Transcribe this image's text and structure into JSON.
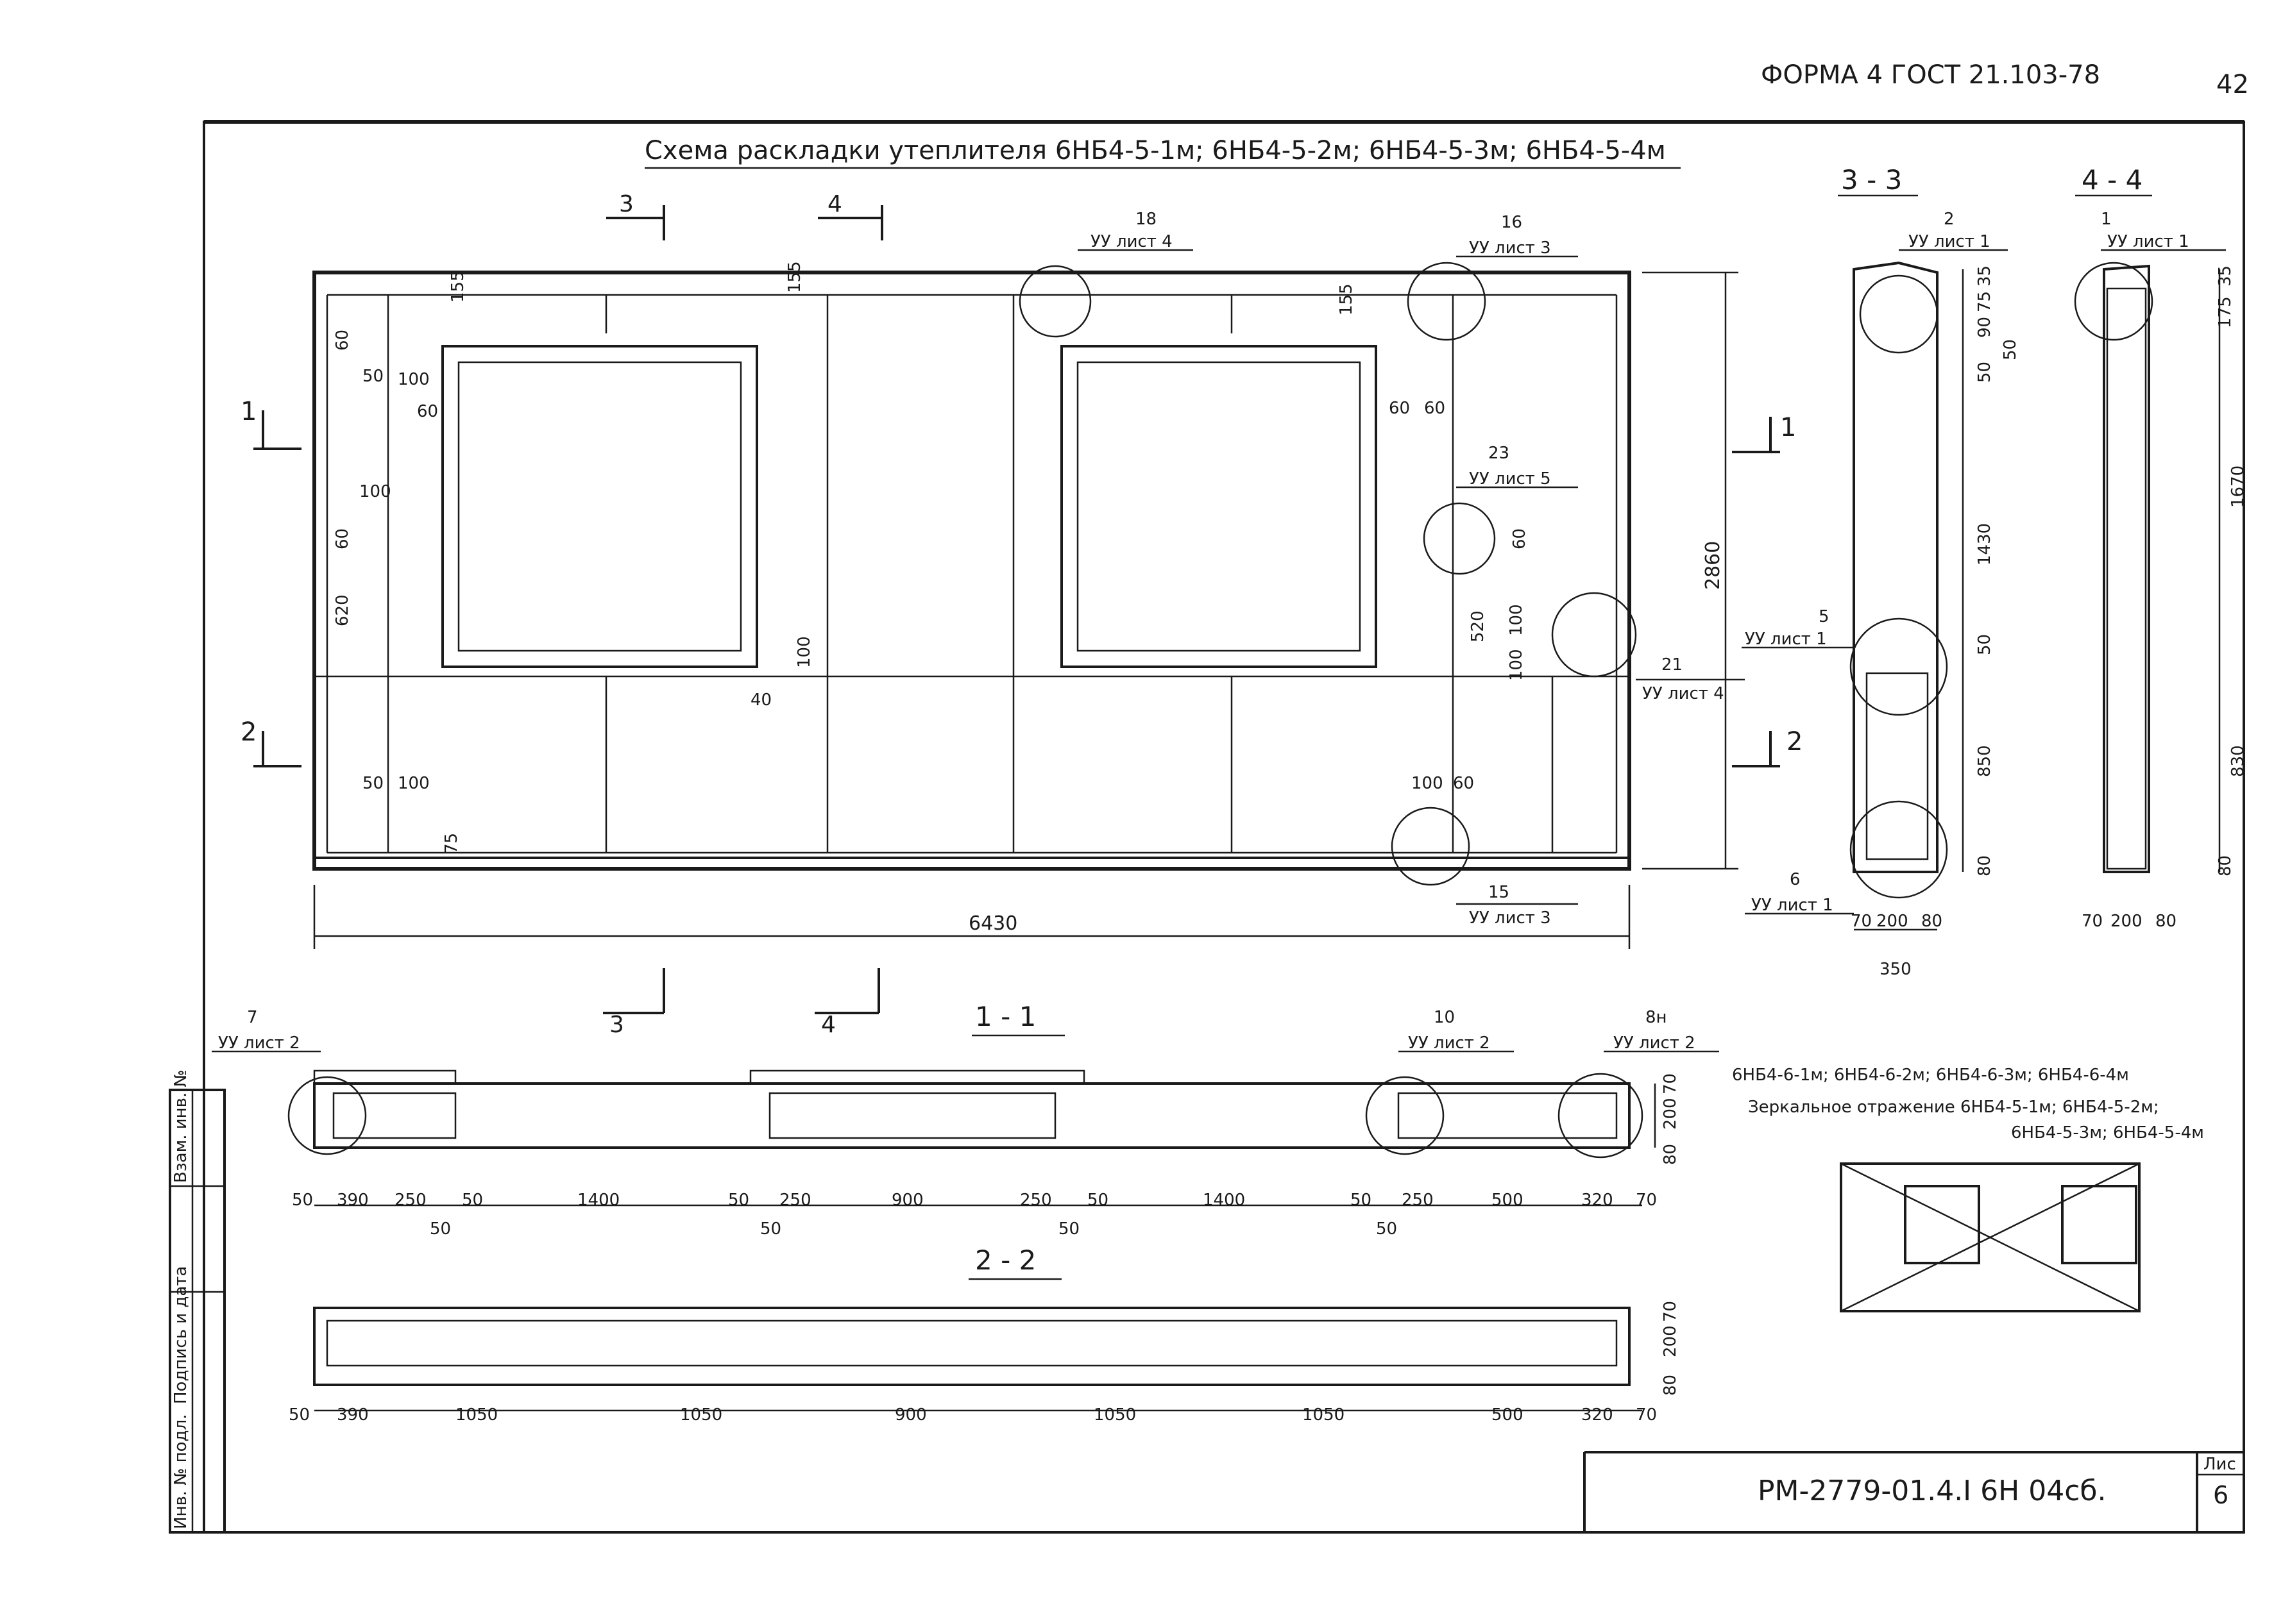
{
  "header": {
    "form": "ФОРМА 4 ГОСТ 21.103-78",
    "page_number": "42"
  },
  "title": "Схема раскладки утеплителя 6НБ4-5-1м; 6НБ4-5-2м; 6НБ4-5-3м; 6НБ4-5-4м",
  "callouts": [
    {
      "num": "18",
      "ref": "УУ лист 4"
    },
    {
      "num": "16",
      "ref": "УУ лист 3"
    },
    {
      "num": "23",
      "ref": "УУ лист 5"
    },
    {
      "num": "21",
      "ref": "УУ лист 4"
    },
    {
      "num": "15",
      "ref": "УУ лист 3"
    },
    {
      "num": "7",
      "ref": "УУ лист 2"
    },
    {
      "num": "10",
      "ref": "УУ лист 2"
    },
    {
      "num": "8н",
      "ref": "УУ лист 2"
    },
    {
      "num": "2",
      "ref": "УУ лист 1"
    },
    {
      "num": "5",
      "ref": "УУ лист 1"
    },
    {
      "num": "6",
      "ref": "УУ лист 1"
    },
    {
      "num": "1",
      "ref": "УУ лист 1"
    }
  ],
  "section_marks": [
    "3",
    "4",
    "1",
    "2"
  ],
  "main_view": {
    "overall_width": "6430",
    "overall_height": "2860",
    "dims": [
      "155",
      "155",
      "155",
      "60",
      "50",
      "100",
      "60",
      "100",
      "60",
      "620",
      "100",
      "40",
      "50",
      "100",
      "75",
      "100",
      "60",
      "60",
      "60",
      "520",
      "100",
      "100",
      "60"
    ]
  },
  "section_1_1": {
    "title": "1 - 1",
    "dims": [
      "50",
      "390",
      "250",
      "50",
      "1400",
      "50",
      "250",
      "900",
      "250",
      "50",
      "1400",
      "50",
      "250",
      "500",
      "320",
      "70"
    ],
    "sub_dims": [
      "50",
      "50",
      "50",
      "50"
    ],
    "vert_dims": [
      "70",
      "200",
      "80"
    ]
  },
  "section_2_2": {
    "title": "2 - 2",
    "dims": [
      "50",
      "390",
      "1050",
      "1050",
      "900",
      "1050",
      "1050",
      "500",
      "320",
      "70"
    ],
    "vert_dims": [
      "70",
      "200",
      "80"
    ]
  },
  "section_3_3": {
    "title": "3 - 3",
    "vert_dims": [
      "35",
      "90",
      "75",
      "50",
      "50",
      "1430",
      "50",
      "850",
      "80"
    ],
    "bottom_dims": [
      "70",
      "200",
      "80"
    ],
    "total_width": "350"
  },
  "section_4_4": {
    "title": "4 - 4",
    "vert_dims": [
      "35",
      "175",
      "1670",
      "830",
      "80"
    ],
    "bottom_dims": [
      "70",
      "200",
      "80"
    ]
  },
  "notes": {
    "line1": "6НБ4-6-1м; 6НБ4-6-2м; 6НБ4-6-3м; 6НБ4-6-4м",
    "line2": "Зеркальное отражение 6НБ4-5-1м; 6НБ4-5-2м;",
    "line3": "6НБ4-5-3м; 6НБ4-5-4м"
  },
  "side_stamp": [
    "Инв. № подл.",
    "Подпись и дата",
    "Взам. инв. №"
  ],
  "stamp": {
    "code": "РМ-2779-01.4.I 6Н 04сб.",
    "sheet_label": "Лис",
    "sheet_number": "6"
  }
}
